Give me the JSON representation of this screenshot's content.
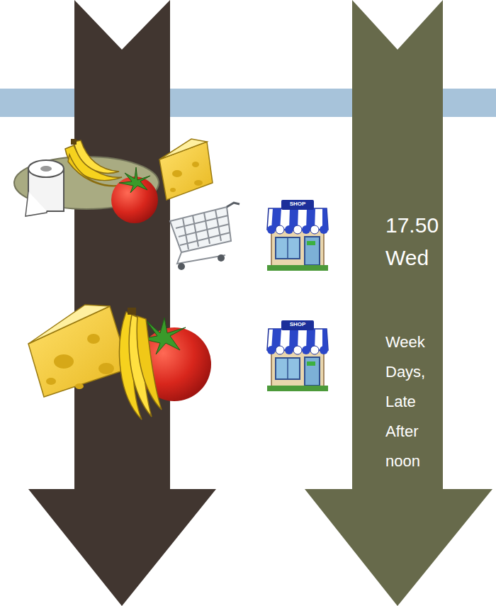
{
  "diagram": {
    "nodes": [
      {
        "text": [
          "17.50 Wed",
          "Week Days, Late After noon"
        ]
      }
    ],
    "labels": [
      "SHOP",
      "SHOP"
    ]
  }
}
